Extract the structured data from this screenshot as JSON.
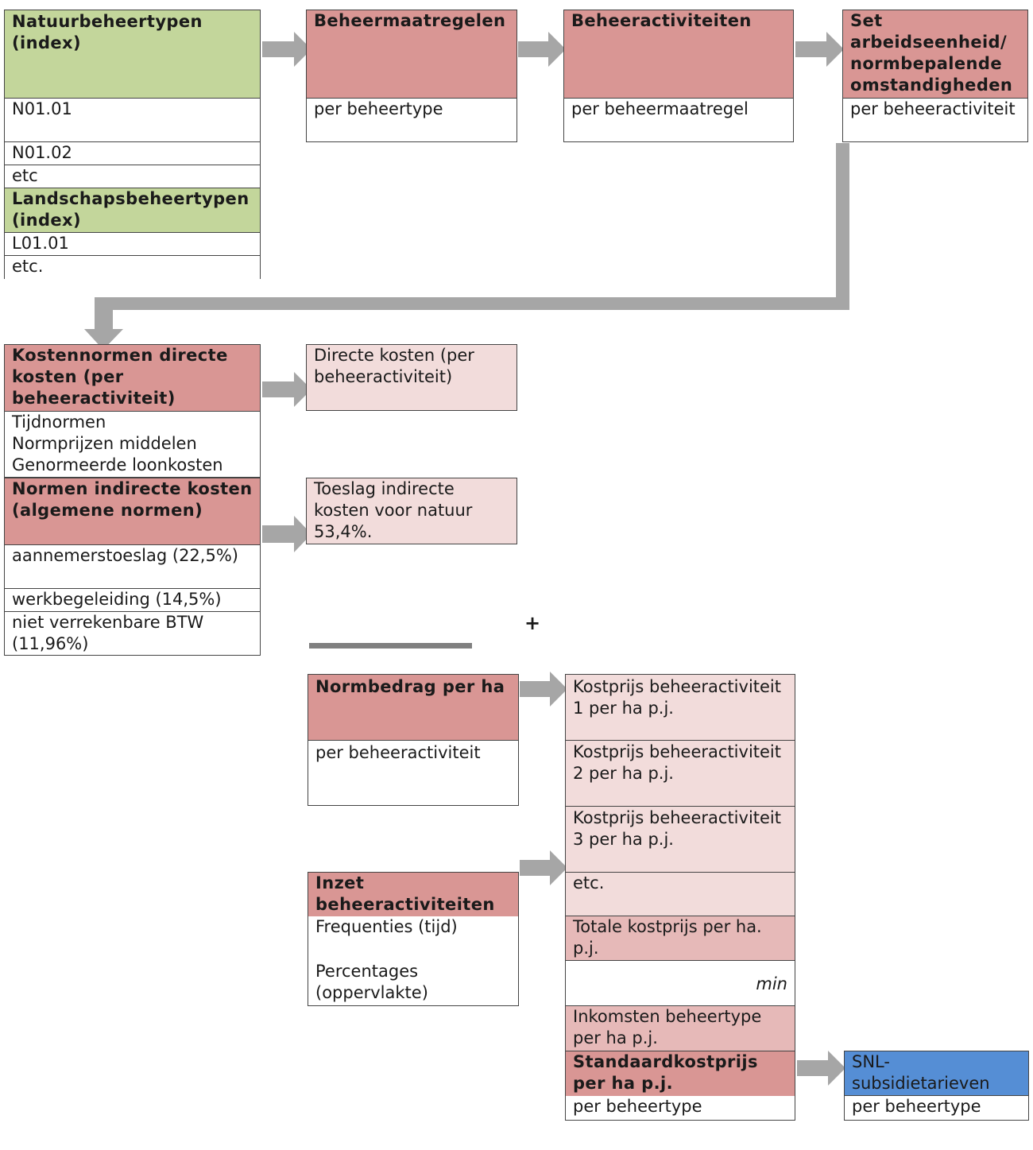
{
  "natuur": {
    "title": "Natuurbeheertypen (index)",
    "rows": [
      "N01.01",
      "N01.02",
      "etc"
    ],
    "land_title": "Landschapsbeheertypen (index)",
    "land_rows": [
      "L01.01",
      "etc."
    ]
  },
  "maatregelen": {
    "title": "Beheermaatregelen",
    "sub": "per beheertype"
  },
  "activiteiten": {
    "title": "Beheeractiviteiten",
    "sub": "per beheermaatregel"
  },
  "set": {
    "title": "Set arbeidseenheid/ normbepalende omstandigheden",
    "sub": "per beheeractiviteit"
  },
  "direct": {
    "title": "Kostennormen directe kosten (per beheeractiviteit)",
    "items": [
      "Tijdnormen",
      "Normprijzen middelen",
      "Genormeerde loonkosten"
    ]
  },
  "direct_result": "Directe kosten (per beheeractiviteit)",
  "indirect": {
    "title": "Normen indirecte kosten (algemene normen)",
    "items": [
      "aannemerstoeslag (22,5%)",
      "werkbegeleiding (14,5%)",
      "niet verrekenbare BTW (11,96%)"
    ]
  },
  "indirect_result": "Toeslag indirecte kosten voor natuur 53,4%.",
  "plus": "+",
  "normbedrag": {
    "title": "Normbedrag per ha",
    "sub": "per beheeractiviteit"
  },
  "inzet": {
    "title": "Inzet beheeractiviteiten",
    "items": [
      "Frequenties (tijd)",
      "Percentages (oppervlakte)"
    ]
  },
  "kostprijs": {
    "rows": [
      "Kostprijs beheeractiviteit 1 per ha p.j.",
      "Kostprijs beheeractiviteit 2 per ha p.j.",
      "Kostprijs beheeractiviteit 3 per ha p.j.",
      "etc."
    ],
    "totaal": "Totale kostprijs per ha. p.j.",
    "min": "min",
    "inkomsten": "Inkomsten beheertype per ha p.j.",
    "standaard": "Standaardkostprijs per ha p.j.",
    "standaard_sub": "per beheertype"
  },
  "snl": {
    "title": "SNL-subsidietarieven",
    "sub": "per beheertype"
  },
  "colors": {
    "green": "#c3d69b",
    "red": "#d99694",
    "pink": "#f2dcdb",
    "pink_dark": "#e6b9b8",
    "blue": "#558ed5",
    "arrow": "#a6a6a6",
    "minus_bar": "#808080"
  }
}
